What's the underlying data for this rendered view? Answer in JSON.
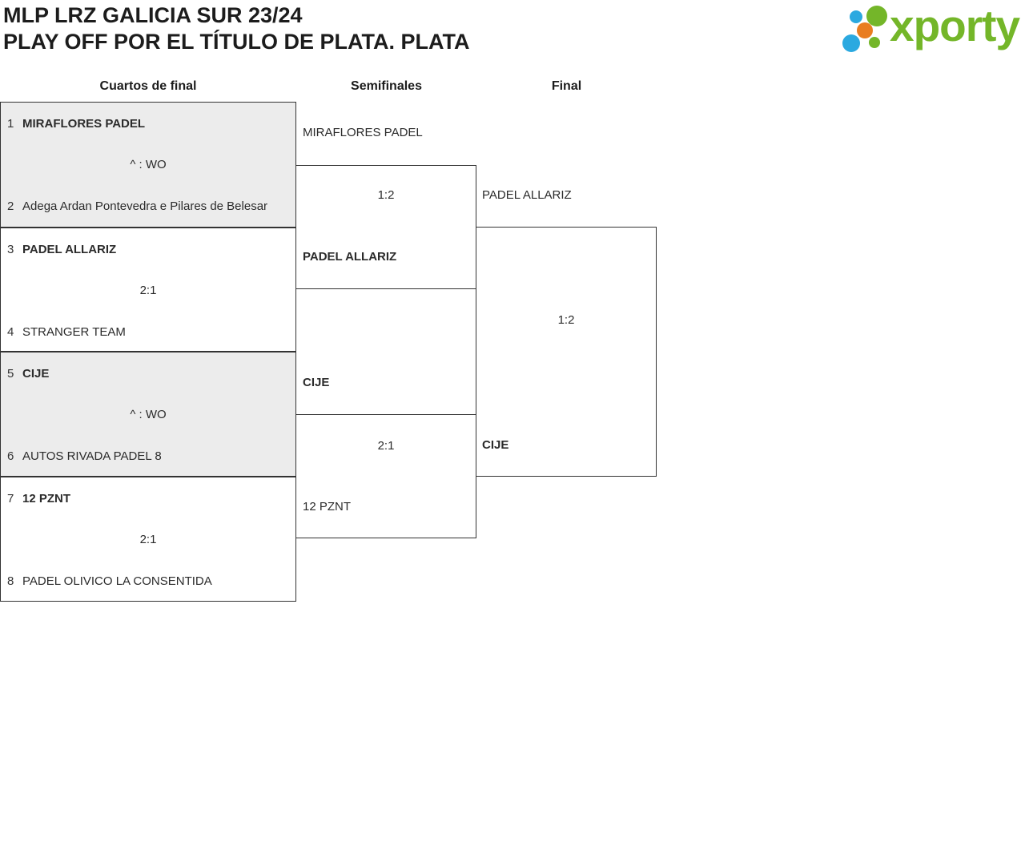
{
  "header": {
    "title_line1": "MLP LRZ GALICIA SUR 23/24",
    "title_line2": "PLAY OFF POR EL TÍTULO DE PLATA. PLATA",
    "logo_text": "xporty"
  },
  "colors": {
    "brand_green": "#74b629",
    "brand_blue": "#2ba9e0",
    "brand_orange": "#e97d20",
    "box_shade_gray": "#ececec",
    "border_dark": "#333333"
  },
  "round_headers": [
    {
      "label": "Cuartos de final"
    },
    {
      "label": "Semifinales"
    },
    {
      "label": "Final"
    }
  ],
  "bracket": {
    "quarterfinals": [
      {
        "seed1": "1",
        "team1": "MIRAFLORES PADEL",
        "score": "^ : WO",
        "seed2": "2",
        "team2": "Adega Ardan Pontevedra e Pilares de Belesar",
        "winner": "team1"
      },
      {
        "seed1": "3",
        "team1": "PADEL ALLARIZ",
        "score": "2:1",
        "seed2": "4",
        "team2": "STRANGER TEAM",
        "winner": "team1"
      },
      {
        "seed1": "5",
        "team1": "CIJE",
        "score": "^ : WO",
        "seed2": "6",
        "team2": "AUTOS RIVADA PADEL 8",
        "winner": "team1"
      },
      {
        "seed1": "7",
        "team1": "12 PZNT",
        "score": "2:1",
        "seed2": "8",
        "team2": "PADEL OLIVICO LA CONSENTIDA",
        "winner": "team1"
      }
    ],
    "semifinals": [
      {
        "team1": "MIRAFLORES PADEL",
        "score": "1:2",
        "team2": "PADEL ALLARIZ",
        "winner": "team2"
      },
      {
        "team1": "CIJE",
        "score": "2:1",
        "team2": "12 PZNT",
        "winner": "team1"
      }
    ],
    "final": {
      "team1": "PADEL ALLARIZ",
      "score": "1:2",
      "team2": "CIJE",
      "winner": "team2"
    }
  }
}
